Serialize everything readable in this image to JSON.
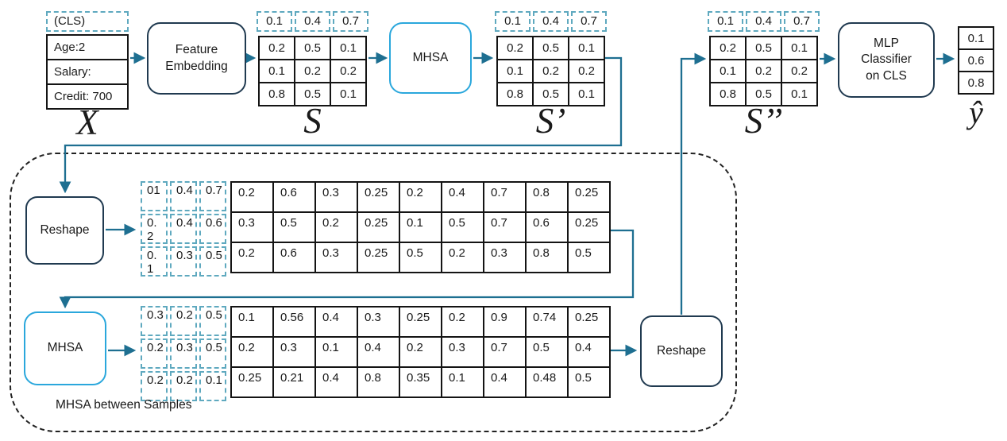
{
  "colors": {
    "teal": "#1e6f91",
    "cyan": "#2aa7dc",
    "navy": "#203a50",
    "dash": "#5fa9bf",
    "black": "#141414",
    "container": "#222222"
  },
  "pipeline": {
    "x_table": {
      "cls_label": "(CLS)",
      "rows": [
        "Age:2",
        "Salary:",
        "Credit: 700"
      ],
      "label": "X"
    },
    "feature_embedding": {
      "label": "Feature\nEmbedding"
    },
    "s_matrix": {
      "label": "S",
      "cls_row": [
        "0.1",
        "0.4",
        "0.7"
      ],
      "rows": [
        [
          "0.2",
          "0.5",
          "0.1"
        ],
        [
          "0.1",
          "0.2",
          "0.2"
        ],
        [
          "0.8",
          "0.5",
          "0.1"
        ]
      ]
    },
    "mhsa": {
      "label": "MHSA"
    },
    "s_prime_matrix": {
      "label": "S’",
      "cls_row": [
        "0.1",
        "0.4",
        "0.7"
      ],
      "rows": [
        [
          "0.2",
          "0.5",
          "0.1"
        ],
        [
          "0.1",
          "0.2",
          "0.2"
        ],
        [
          "0.8",
          "0.5",
          "0.1"
        ]
      ]
    },
    "s_double_prime_matrix": {
      "label": "S’’",
      "cls_row": [
        "0.1",
        "0.4",
        "0.7"
      ],
      "rows": [
        [
          "0.2",
          "0.5",
          "0.1"
        ],
        [
          "0.1",
          "0.2",
          "0.2"
        ],
        [
          "0.8",
          "0.5",
          "0.1"
        ]
      ]
    },
    "mlp": {
      "label": "MLP\nClassifier\non CLS"
    },
    "y_hat": {
      "label": "ŷ",
      "values": [
        "0.1",
        "0.6",
        "0.8"
      ]
    }
  },
  "sample_attention": {
    "caption": "MHSA between Samples",
    "reshape_in": {
      "label": "Reshape"
    },
    "mhsa": {
      "label": "MHSA"
    },
    "reshape_out": {
      "label": "Reshape"
    },
    "reshaped_matrix": {
      "cls_cols": [
        [
          "01",
          "0.4",
          "0.7"
        ],
        [
          "0.\n2",
          "0.4",
          "0.6"
        ],
        [
          "0.\n1",
          "0.3",
          "0.5"
        ]
      ],
      "rows": [
        [
          "0.2",
          "0.6",
          "0.3",
          "0.25",
          "0.2",
          "0.4",
          "0.7",
          "0.8",
          "0.25"
        ],
        [
          "0.3",
          "0.5",
          "0.2",
          "0.25",
          "0.1",
          "0.5",
          "0.7",
          "0.6",
          "0.25"
        ],
        [
          "0.2",
          "0.6",
          "0.3",
          "0.25",
          "0.5",
          "0.2",
          "0.3",
          "0.8",
          "0.5"
        ]
      ]
    },
    "attended_matrix": {
      "cls_cols": [
        [
          "0.3",
          "0.2",
          "0.5"
        ],
        [
          "0.2",
          "0.3",
          "0.5"
        ],
        [
          "0.2",
          "0.2",
          "0.1"
        ]
      ],
      "rows": [
        [
          "0.1",
          "0.56",
          "0.4",
          "0.3",
          "0.25",
          "0.2",
          "0.9",
          "0.74",
          "0.25"
        ],
        [
          "0.2",
          "0.3",
          "0.1",
          "0.4",
          "0.2",
          "0.3",
          "0.7",
          "0.5",
          "0.4"
        ],
        [
          "0.25",
          "0.21",
          "0.4",
          "0.8",
          "0.35",
          "0.1",
          "0.4",
          "0.48",
          "0.5"
        ]
      ]
    }
  }
}
